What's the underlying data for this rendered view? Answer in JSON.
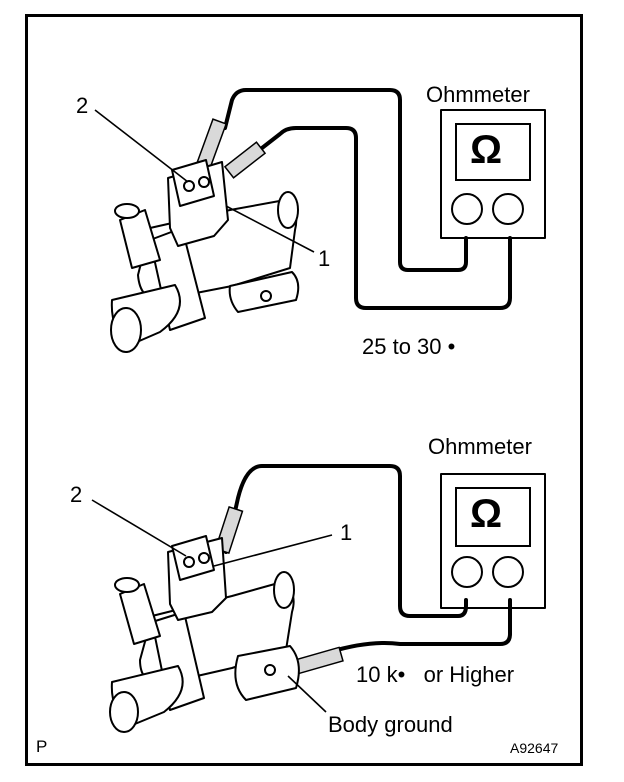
{
  "diagram": {
    "top": {
      "meter_label": "Ohmmeter",
      "meter_symbol": "Ω",
      "terminal_1": "1",
      "terminal_2": "2",
      "reading": "25 to 30 •"
    },
    "bottom": {
      "meter_label": "Ohmmeter",
      "meter_symbol": "Ω",
      "terminal_1": "1",
      "terminal_2": "2",
      "reading": "10 k•   or Higher",
      "ground_label": "Body ground"
    },
    "corner_left": "P",
    "figure_id": "A92647"
  }
}
